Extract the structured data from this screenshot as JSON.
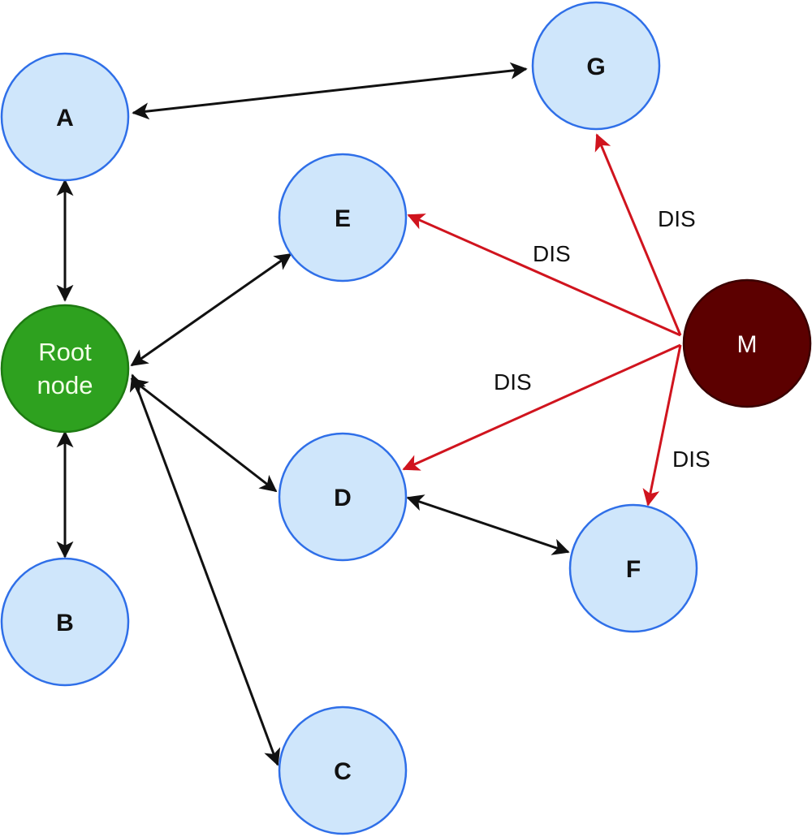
{
  "colors": {
    "node_fill": "#cfe6fb",
    "node_stroke": "#2f6fe8",
    "root_fill": "#2ea11f",
    "root_stroke": "#1e7a12",
    "m_fill": "#5c0000",
    "m_stroke": "#3a0000",
    "link": "#111111",
    "dis_link": "#d0141e"
  },
  "nodes": {
    "a": {
      "label": "A"
    },
    "g": {
      "label": "G"
    },
    "e": {
      "label": "E"
    },
    "root": {
      "label_line1": "Root",
      "label_line2": "node"
    },
    "m": {
      "label": "M"
    },
    "d": {
      "label": "D"
    },
    "f": {
      "label": "F"
    },
    "b": {
      "label": "B"
    },
    "c": {
      "label": "C"
    }
  },
  "edges": [
    {
      "from": "A",
      "to": "G",
      "direction": "both",
      "kind": "link"
    },
    {
      "from": "A",
      "to": "Root node",
      "direction": "both",
      "kind": "link"
    },
    {
      "from": "Root node",
      "to": "E",
      "direction": "both",
      "kind": "link"
    },
    {
      "from": "Root node",
      "to": "D",
      "direction": "both",
      "kind": "link"
    },
    {
      "from": "Root node",
      "to": "C",
      "direction": "both",
      "kind": "link"
    },
    {
      "from": "Root node",
      "to": "B",
      "direction": "both",
      "kind": "link"
    },
    {
      "from": "D",
      "to": "F",
      "direction": "both",
      "kind": "link"
    },
    {
      "from": "M",
      "to": "G",
      "direction": "forward",
      "kind": "dis",
      "label": "DIS"
    },
    {
      "from": "M",
      "to": "E",
      "direction": "forward",
      "kind": "dis",
      "label": "DIS"
    },
    {
      "from": "M",
      "to": "D",
      "direction": "forward",
      "kind": "dis",
      "label": "DIS"
    },
    {
      "from": "M",
      "to": "F",
      "direction": "forward",
      "kind": "dis",
      "label": "DIS"
    }
  ],
  "edge_labels": {
    "mg": "DIS",
    "me": "DIS",
    "md": "DIS",
    "mf": "DIS"
  }
}
